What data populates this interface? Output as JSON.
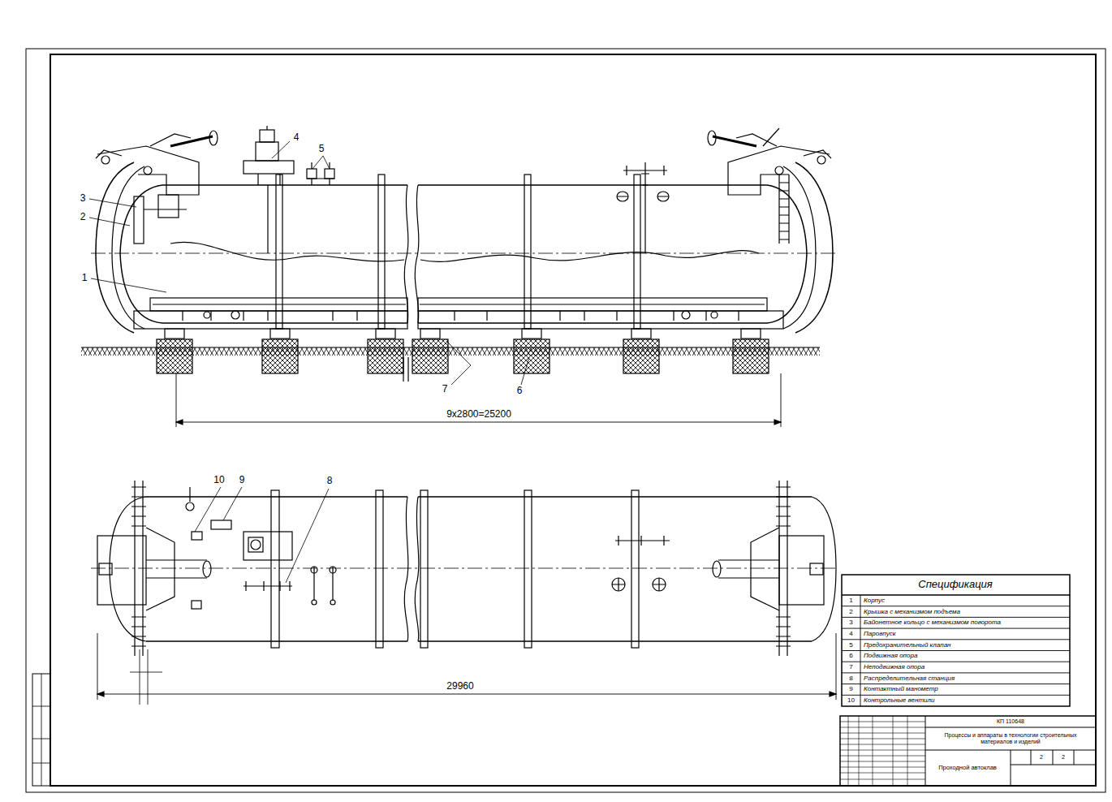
{
  "diagram": {
    "labels": [
      "1",
      "2",
      "3",
      "4",
      "5",
      "6",
      "7",
      "9x2800=25200",
      "10",
      "9",
      "8",
      "29960",
      "Спецификация",
      "1",
      "Корпус",
      "2",
      "Крышка с механизмом подъема",
      "3",
      "Байонетное кольцо с механизмом поворота",
      "4",
      "Паровпуск",
      "5",
      "Предохранительный клапан",
      "6",
      "Подвижная опора",
      "7",
      "Неподвижная опора",
      "8",
      "Распределительная станция",
      "9",
      "Контактный манометр",
      "10",
      "Контрольные вентили",
      "КП 110648",
      "Процессы и аппараты в технологии строительных материалов и изделий",
      "Проходной автоклав",
      "2",
      "2"
    ]
  }
}
